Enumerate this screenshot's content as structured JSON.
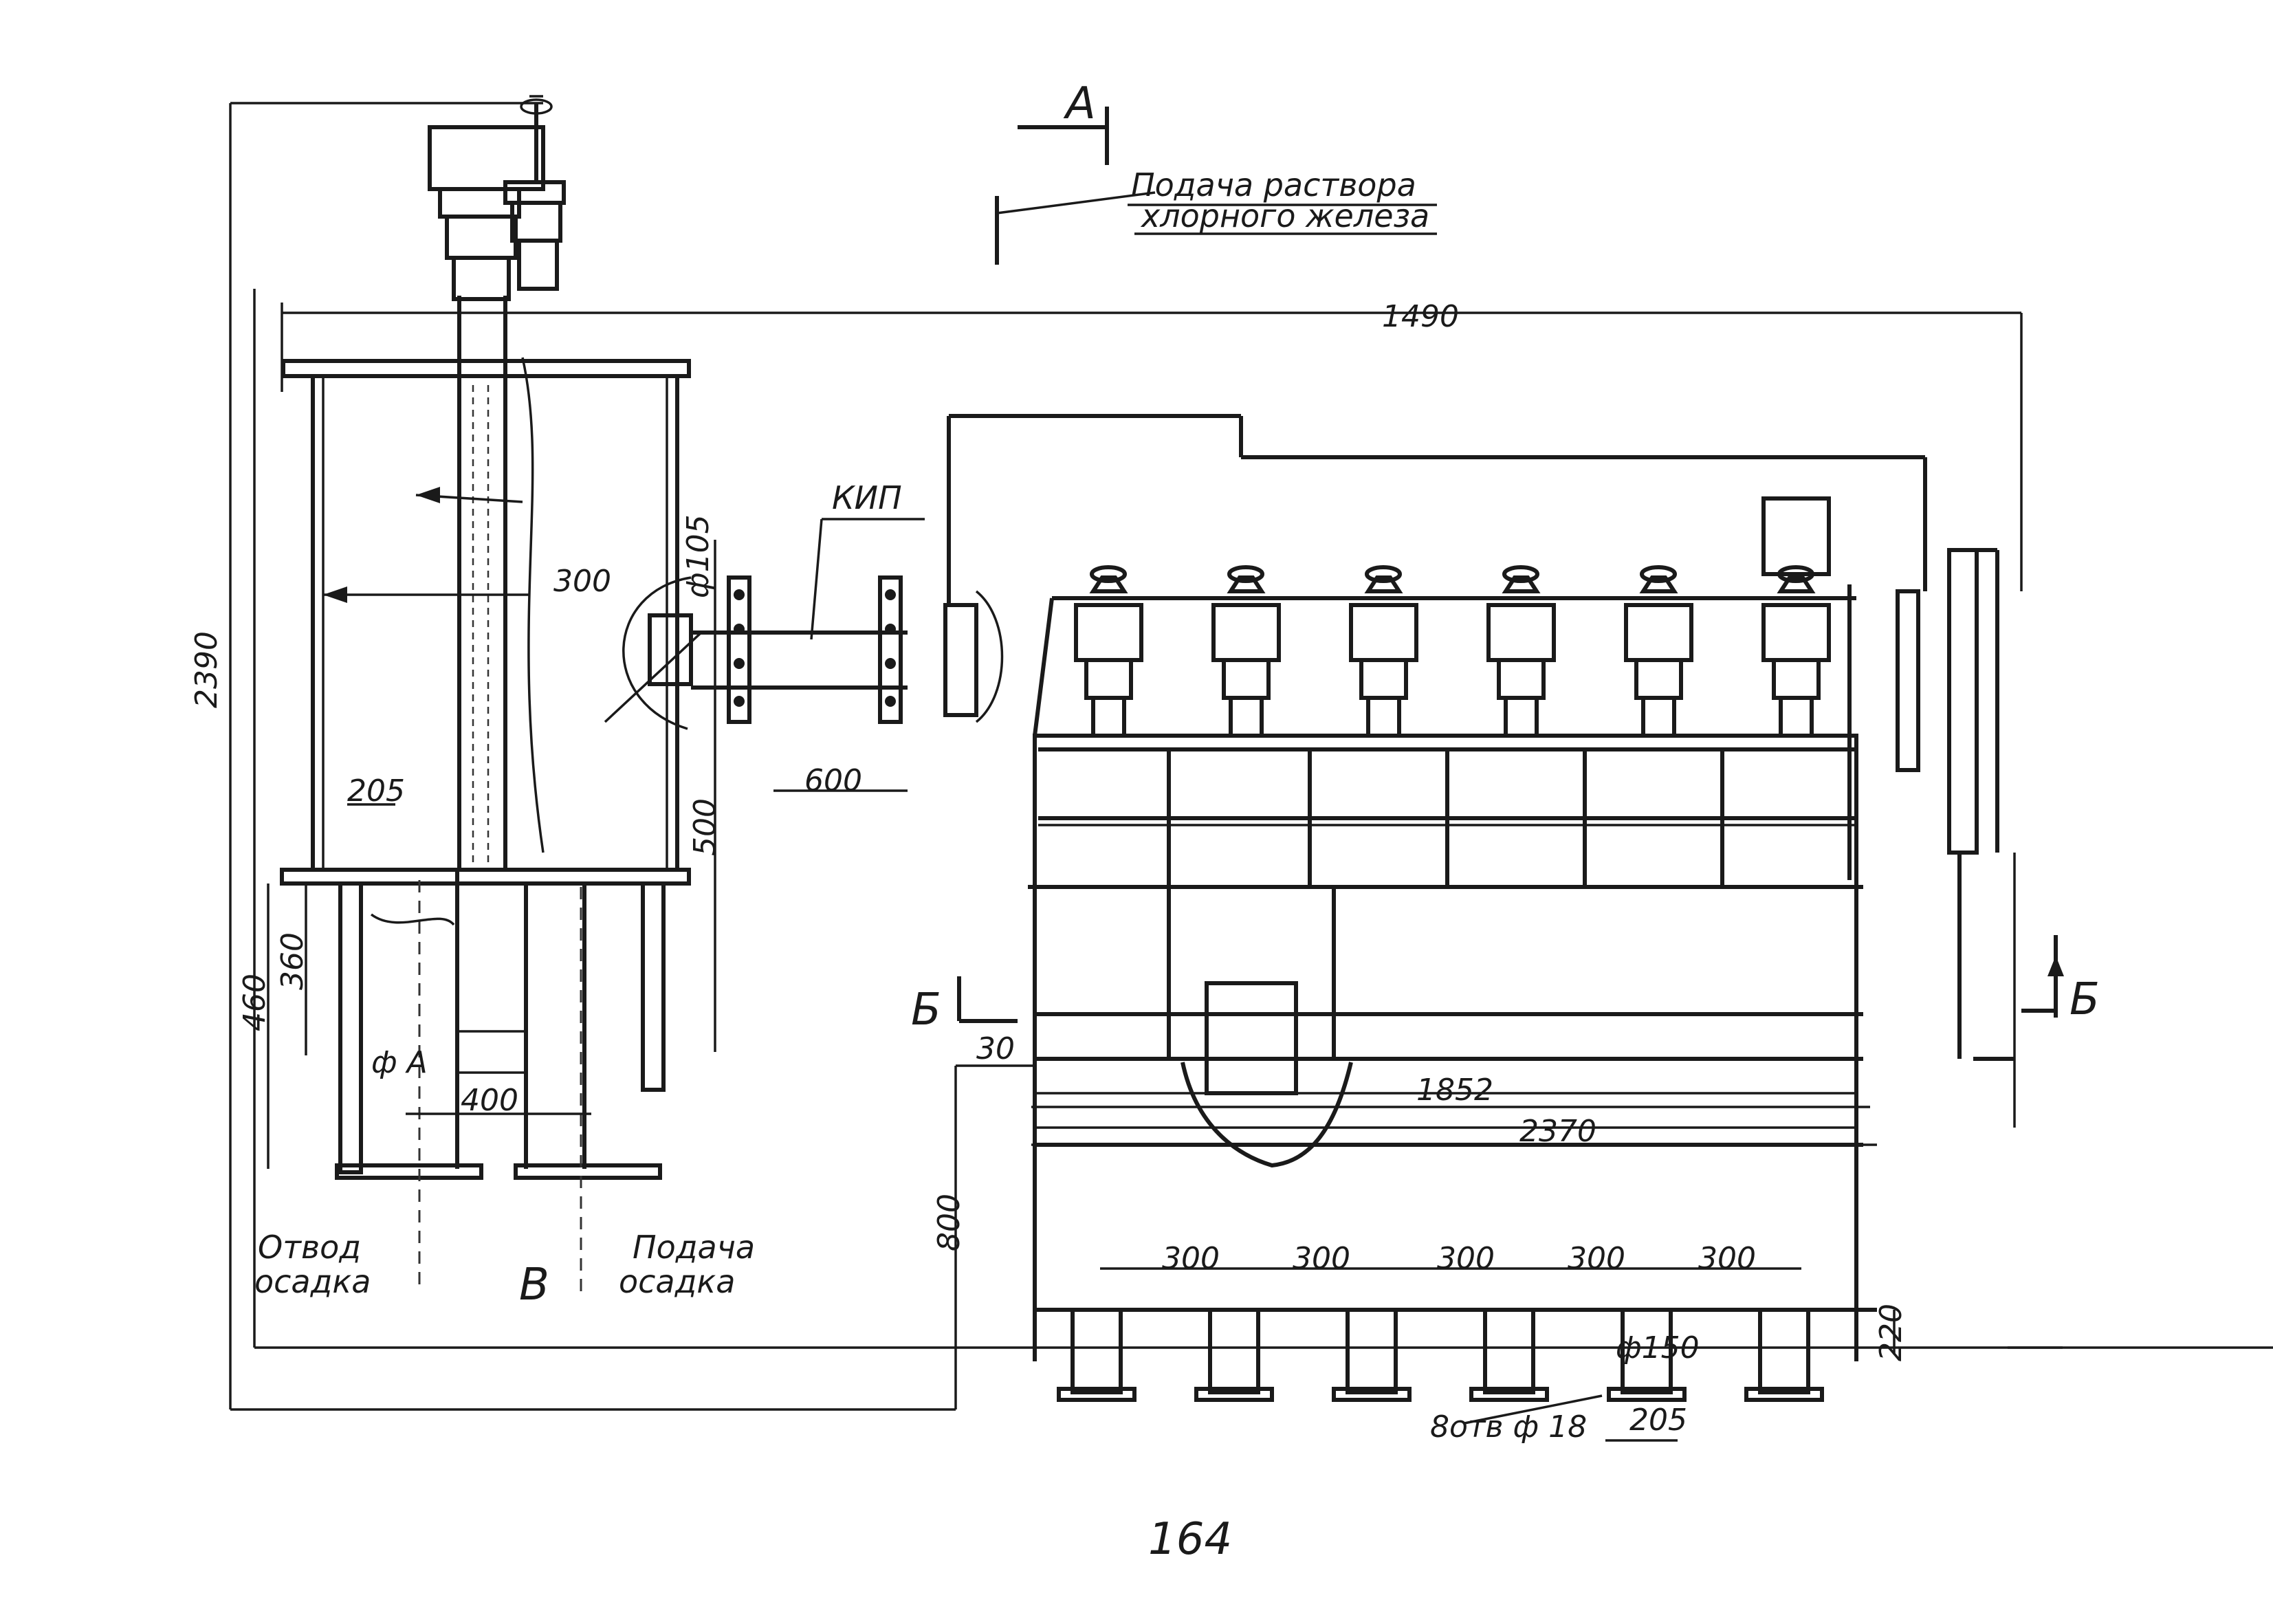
{
  "labels": {
    "section_a": "A",
    "section_b": "Б",
    "section_b_right": "Б",
    "section_v": "В",
    "feed_chloride_line1": "Подача раствора",
    "feed_chloride_line2": "хлорного железа",
    "kip": "КИП",
    "sediment_out_line1": "Отвод",
    "sediment_out_line2": "осадка",
    "sediment_in_line1": "Подача",
    "sediment_in_line2": "осадка",
    "page_number": "164"
  },
  "dimensions": {
    "overall_width": "1490",
    "height_left": "2390",
    "d_300_flange": "300",
    "d_105": "ф105",
    "d_600": "600",
    "d_500": "500",
    "d_205": "205",
    "d_460": "460",
    "d_360": "360",
    "d_400": "400",
    "d_fi_a": "ф А",
    "d_1852": "1852",
    "d_2370": "2370",
    "d_30": "30",
    "d_800": "800",
    "pitch": [
      "300",
      "300",
      "300",
      "300",
      "300"
    ],
    "d_150": "ф150",
    "d_220": "220",
    "d_bolts": "8отв ф 18",
    "d_205_bottom": "205"
  }
}
